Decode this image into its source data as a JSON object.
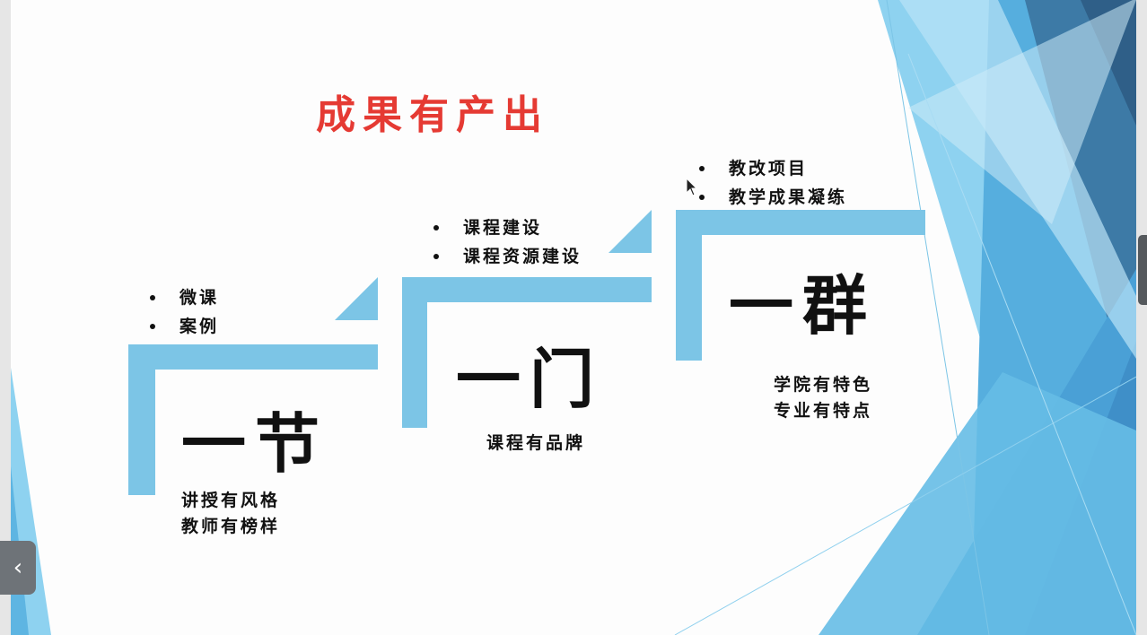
{
  "slide": {
    "title": "成果有产出",
    "steps": [
      {
        "bullets": [
          "微课",
          "案例"
        ],
        "heading": "一节",
        "caption_lines": [
          "讲授有风格",
          "教师有榜样"
        ]
      },
      {
        "bullets": [
          "课程建设",
          "课程资源建设"
        ],
        "heading": "一门",
        "caption_lines": [
          "课程有品牌"
        ]
      },
      {
        "bullets": [
          "教改项目",
          "教学成果凝练"
        ],
        "heading": "一群",
        "caption_lines": [
          "学院有特色",
          "专业有特点"
        ]
      }
    ]
  },
  "navigation": {
    "prev_icon": "chevron-left-icon",
    "prev_glyph": "‹"
  },
  "colors": {
    "title": "#e53a33",
    "step_shape": "#7cc5e6",
    "deco_light": "#8ad0ef",
    "deco_mid": "#4ba9dc",
    "deco_dark": "#3a6f9a"
  }
}
